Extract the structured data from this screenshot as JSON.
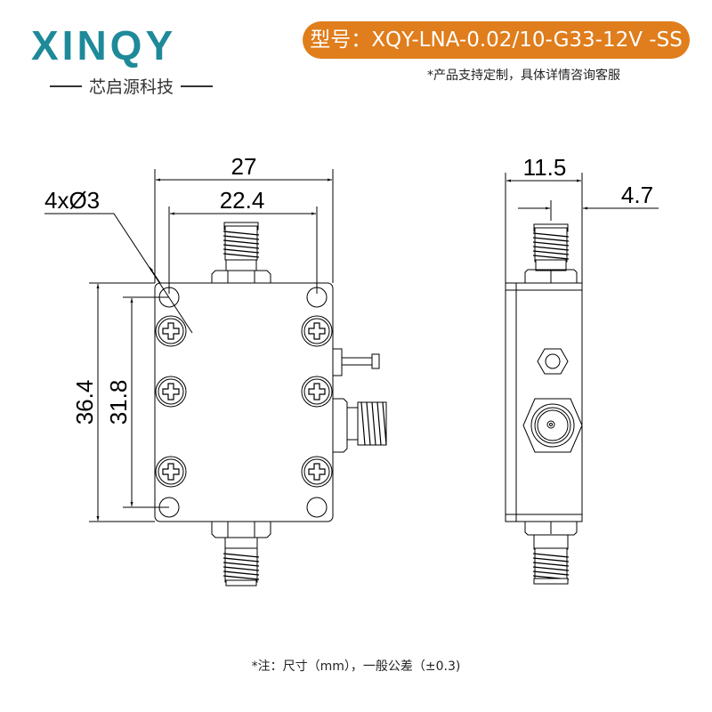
{
  "header": {
    "logo_text": "XINQY",
    "logo_accent_color": "#e07d1c",
    "logo_primary_color": "#1e8a99",
    "logo_subtitle": "芯启源科技",
    "model_label": "型号：XQY-LNA-0.02/10-G33-12V -SS",
    "model_pill_color": "#e07d1c",
    "custom_note": "*产品支持定制，具体详情咨询客服"
  },
  "drawing": {
    "front_view": {
      "width_overall": "27",
      "hole_spacing_x": "22.4",
      "hole_callout": "4xØ3",
      "height_overall": "36.4",
      "hole_spacing_y": "31.8"
    },
    "side_view": {
      "depth_overall": "11.5",
      "connector_offset": "4.7"
    }
  },
  "footer": {
    "note": "*注：尺寸（mm），一般公差（±0.3)"
  }
}
